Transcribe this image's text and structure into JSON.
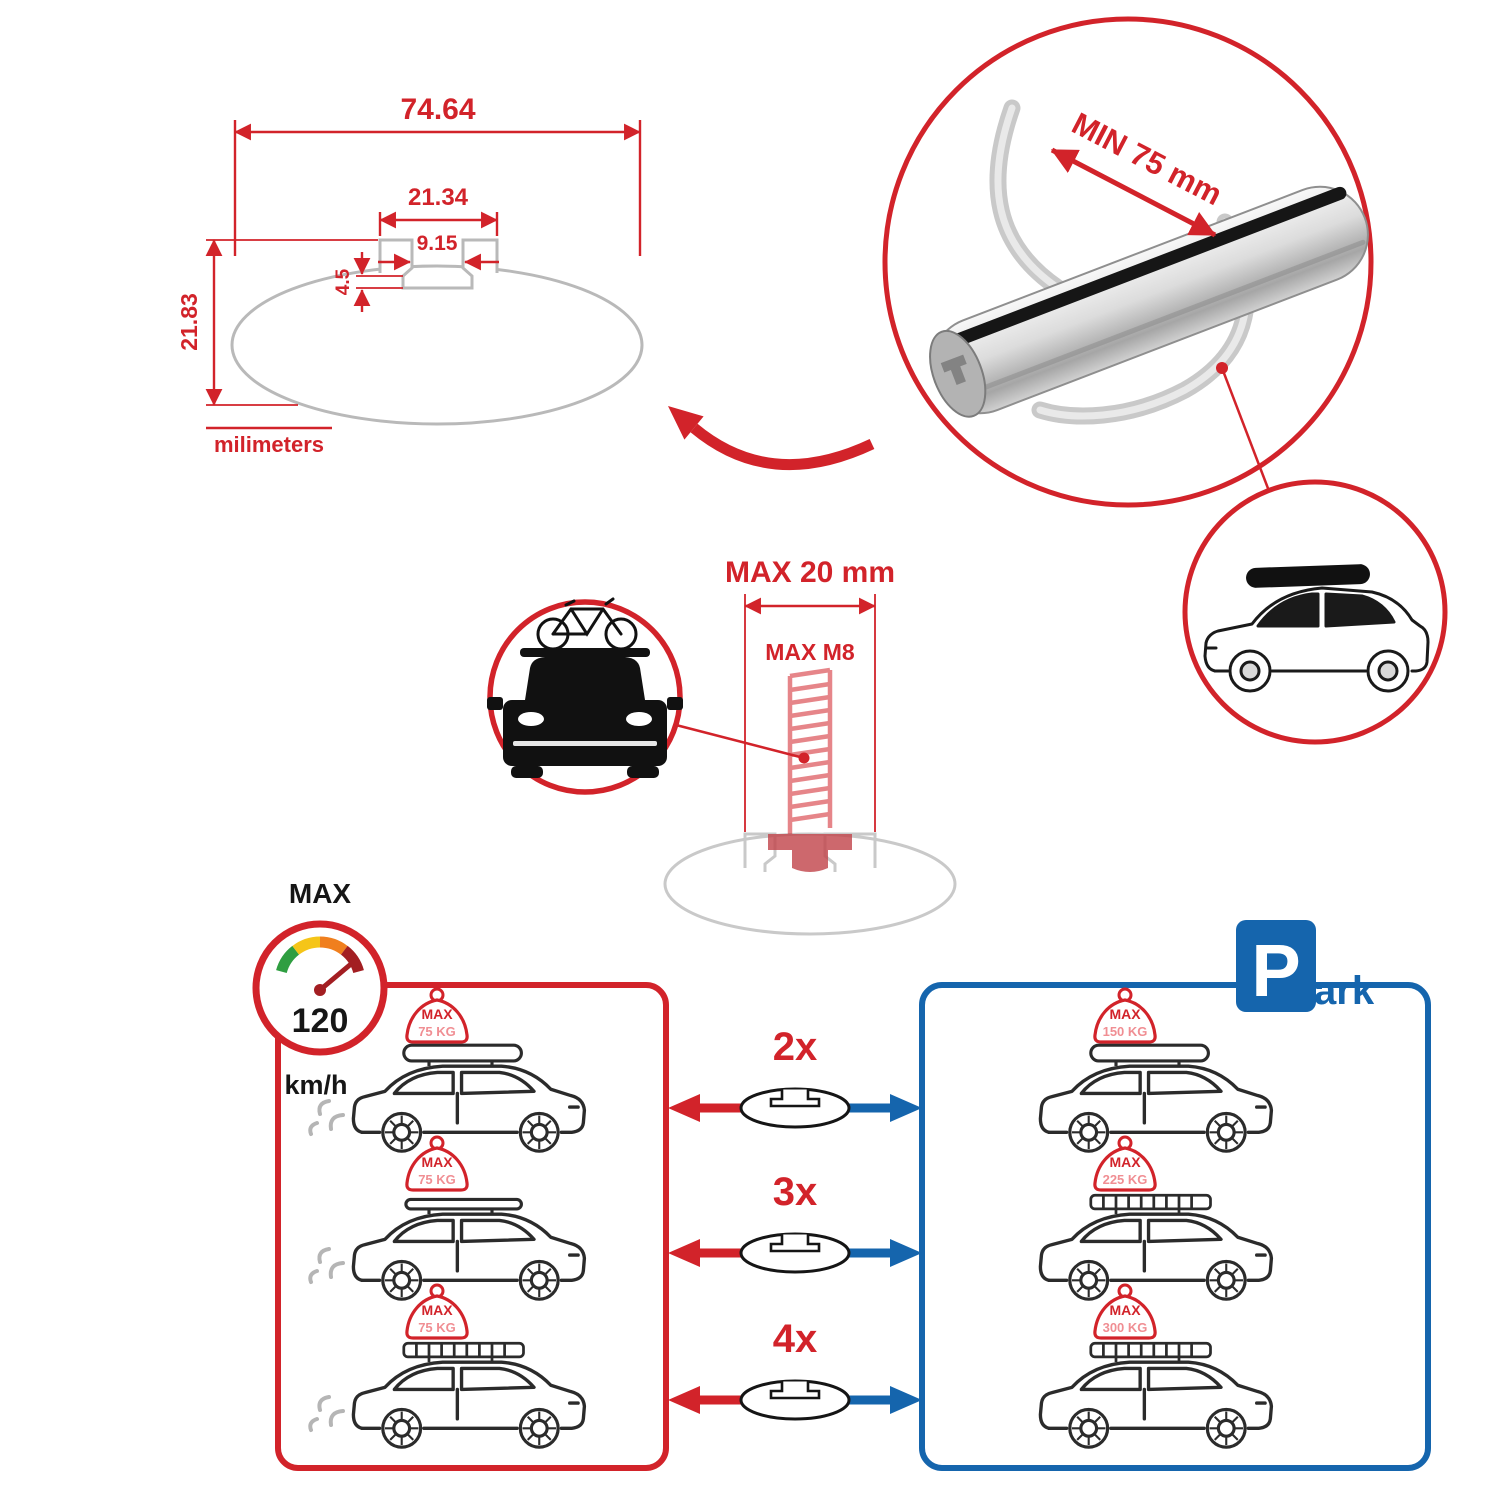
{
  "cross_section": {
    "total_width": "74.64",
    "slot_outer_width": "21.34",
    "slot_inner_width": "9.15",
    "lip_depth": "4.5",
    "total_height": "21.83",
    "units_label": "milimeters"
  },
  "bar": {
    "min_clamp_span": "MIN 75 mm"
  },
  "bolt": {
    "max_width": "MAX 20 mm",
    "max_thread": "MAX M8"
  },
  "speed_limit": {
    "label": "MAX",
    "value": "120",
    "units": "km/h"
  },
  "parking_sign": {
    "letter": "P",
    "suffix": "ark"
  },
  "driving_cars": [
    {
      "sign_line1": "MAX",
      "sign_line2": "75 KG"
    },
    {
      "sign_line1": "MAX",
      "sign_line2": "75 KG"
    },
    {
      "sign_line1": "MAX",
      "sign_line2": "75 KG"
    }
  ],
  "parked_cars": [
    {
      "sign_line1": "MAX",
      "sign_line2": "150 KG"
    },
    {
      "sign_line1": "MAX",
      "sign_line2": "225 KG"
    },
    {
      "sign_line1": "MAX",
      "sign_line2": "300 KG"
    }
  ],
  "bar_count": [
    {
      "label": "2x"
    },
    {
      "label": "3x"
    },
    {
      "label": "4x"
    }
  ],
  "colors": {
    "red": "#d2232a",
    "blue": "#1565ad",
    "silver": "#c9c9c9"
  }
}
